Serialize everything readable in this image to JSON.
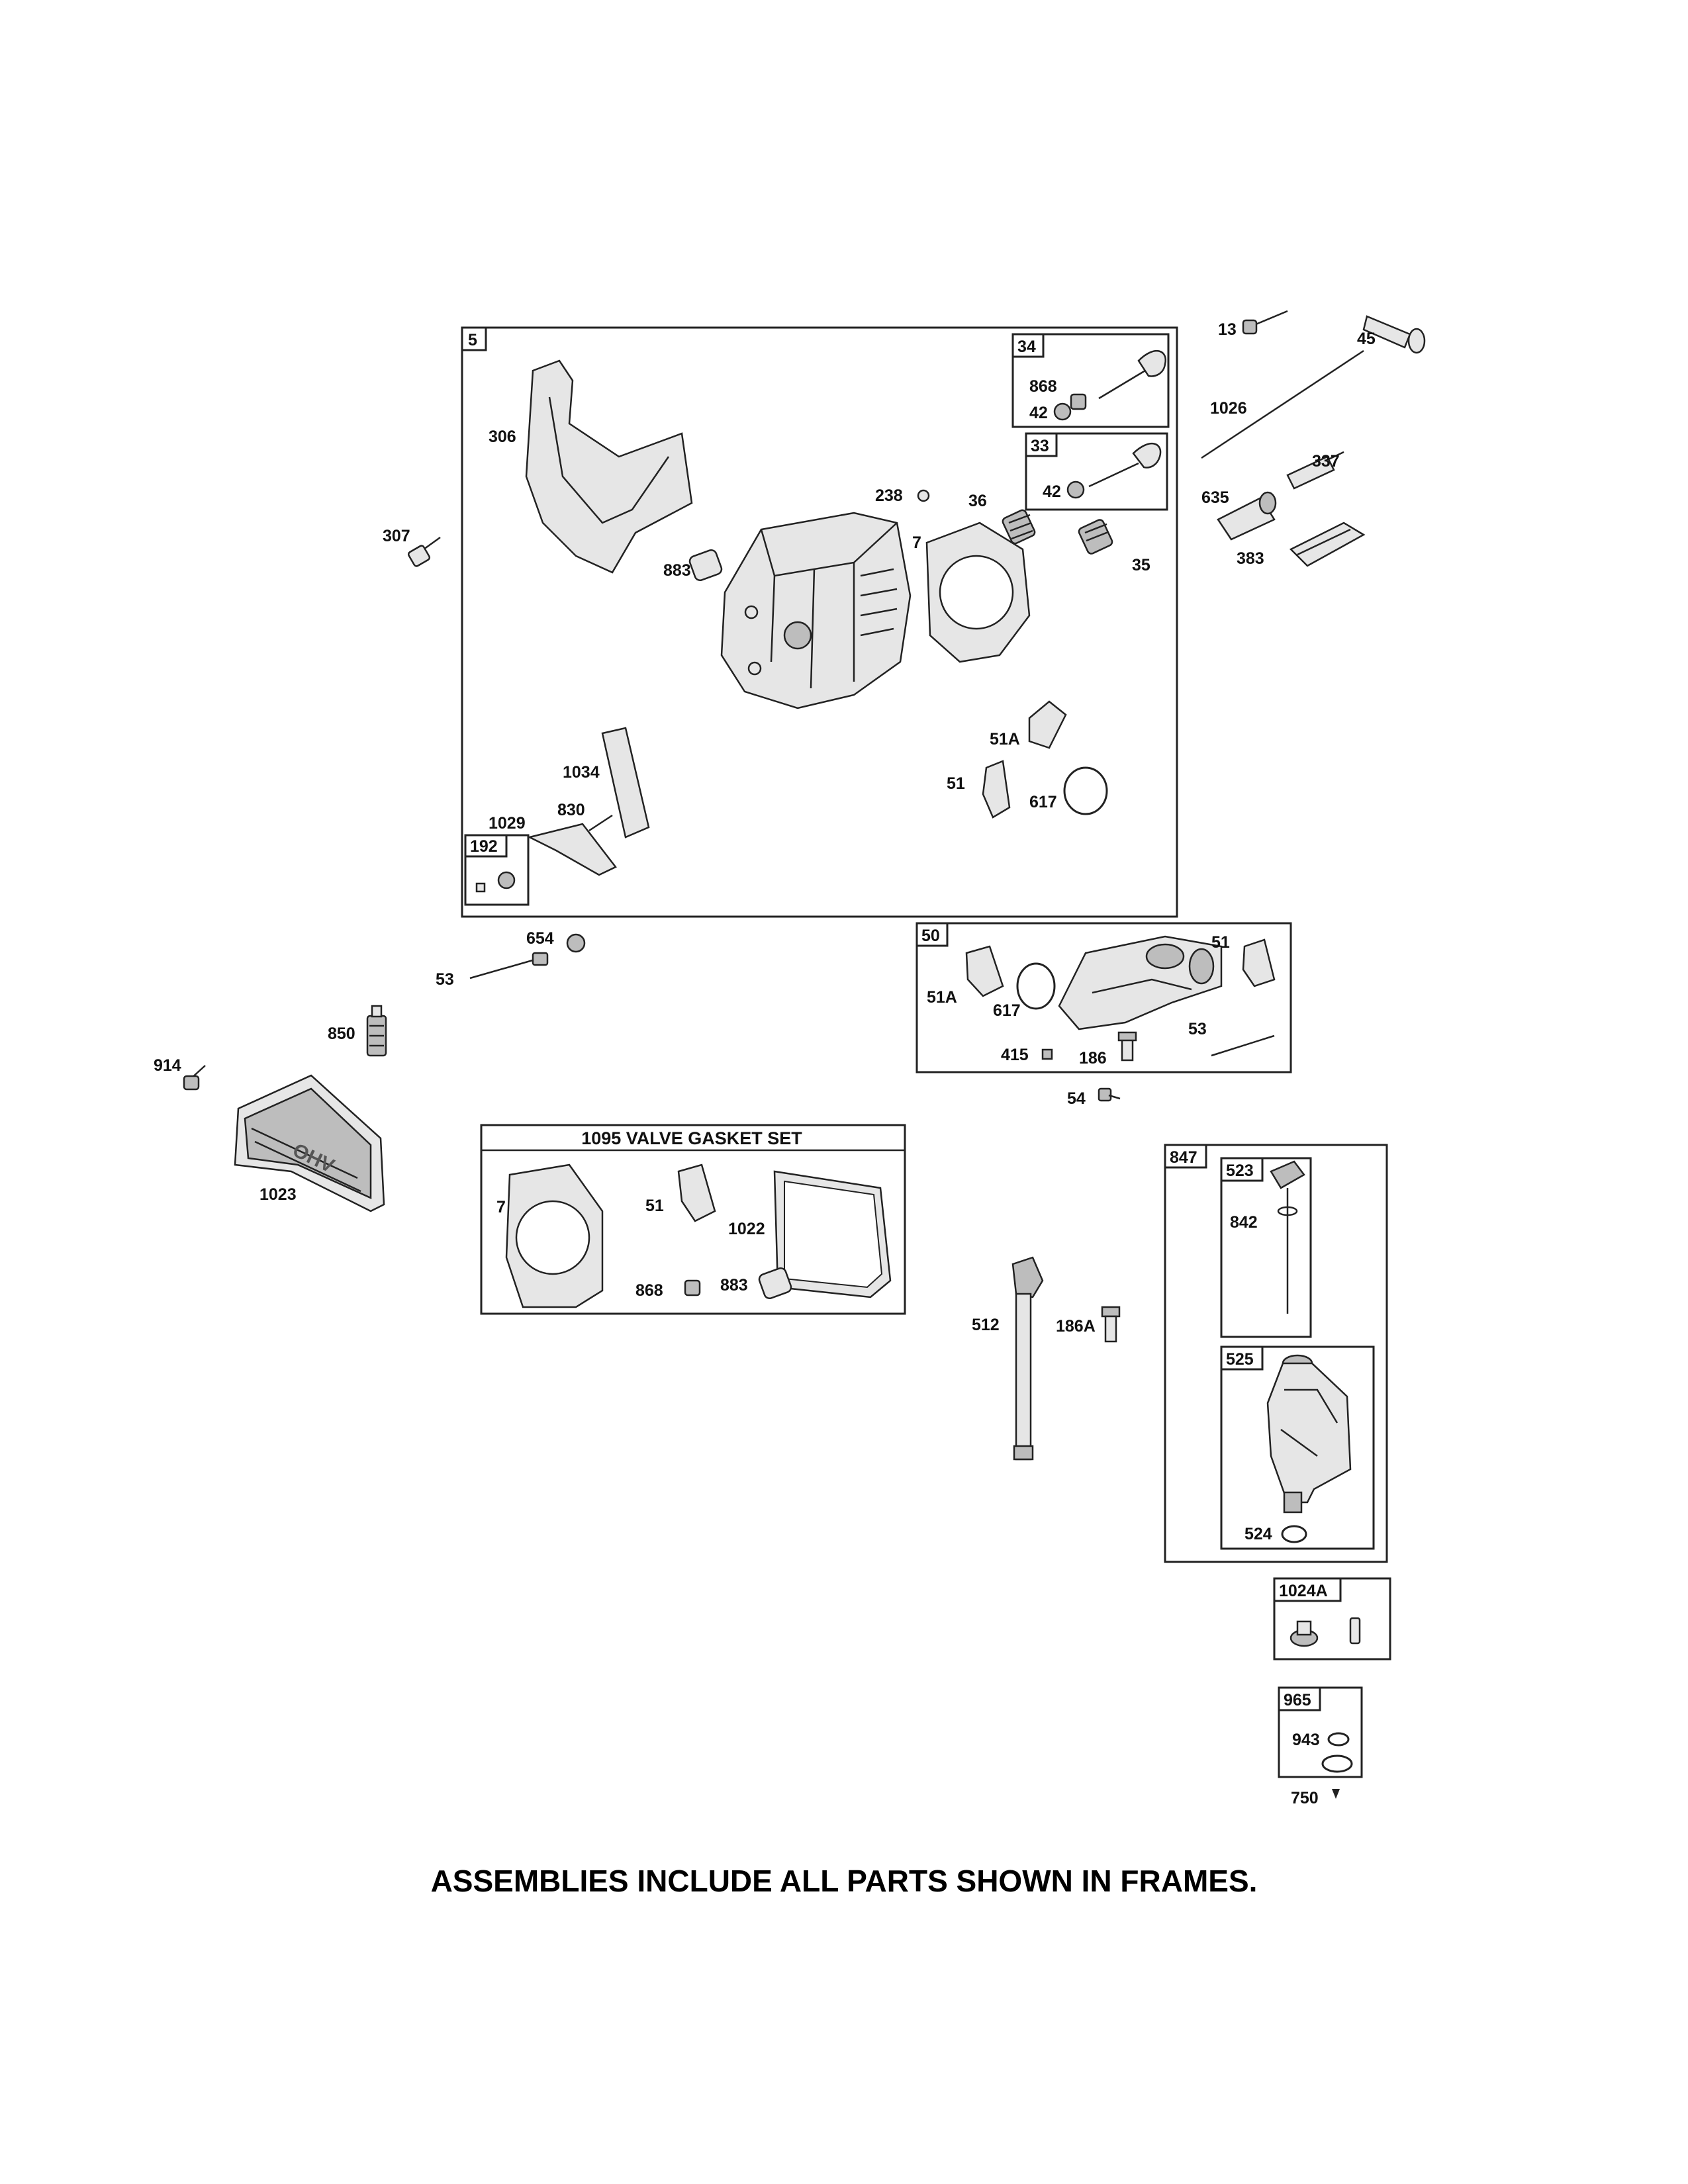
{
  "footer_note": "ASSEMBLIES INCLUDE ALL PARTS SHOWN IN FRAMES.",
  "frames": {
    "cylinder_head": "5",
    "exhaust_valve": "34",
    "intake_valve": "33",
    "breather": "192",
    "intake_manifold": "50",
    "gasket_set": "1095 VALVE GASKET SET",
    "dipstick_tube": "847",
    "dipstick": "523",
    "oil_fill": "525",
    "plug_kit": "1024A",
    "seal_kit": "965"
  },
  "labels": {
    "p306": "306",
    "p307": "307",
    "p883": "883",
    "p238": "238",
    "p7": "7",
    "p36": "36",
    "p35": "35",
    "p868": "868",
    "p42a": "42",
    "p42b": "42",
    "p13": "13",
    "p45": "45",
    "p1026": "1026",
    "p337": "337",
    "p635": "635",
    "p383": "383",
    "p51A": "51A",
    "p51": "51",
    "p617": "617",
    "p1034": "1034",
    "p830": "830",
    "p1029": "1029",
    "p654": "654",
    "p53": "53",
    "p850": "850",
    "p914": "914",
    "p1023": "1023",
    "m51": "51",
    "m51A": "51A",
    "m617": "617",
    "m53": "53",
    "m415": "415",
    "m186": "186",
    "m54": "54",
    "g7": "7",
    "g51": "51",
    "g1022": "1022",
    "g868": "868",
    "g883": "883",
    "p512": "512",
    "p186A": "186A",
    "p842": "842",
    "p524": "524",
    "p943": "943",
    "p750": "750"
  }
}
